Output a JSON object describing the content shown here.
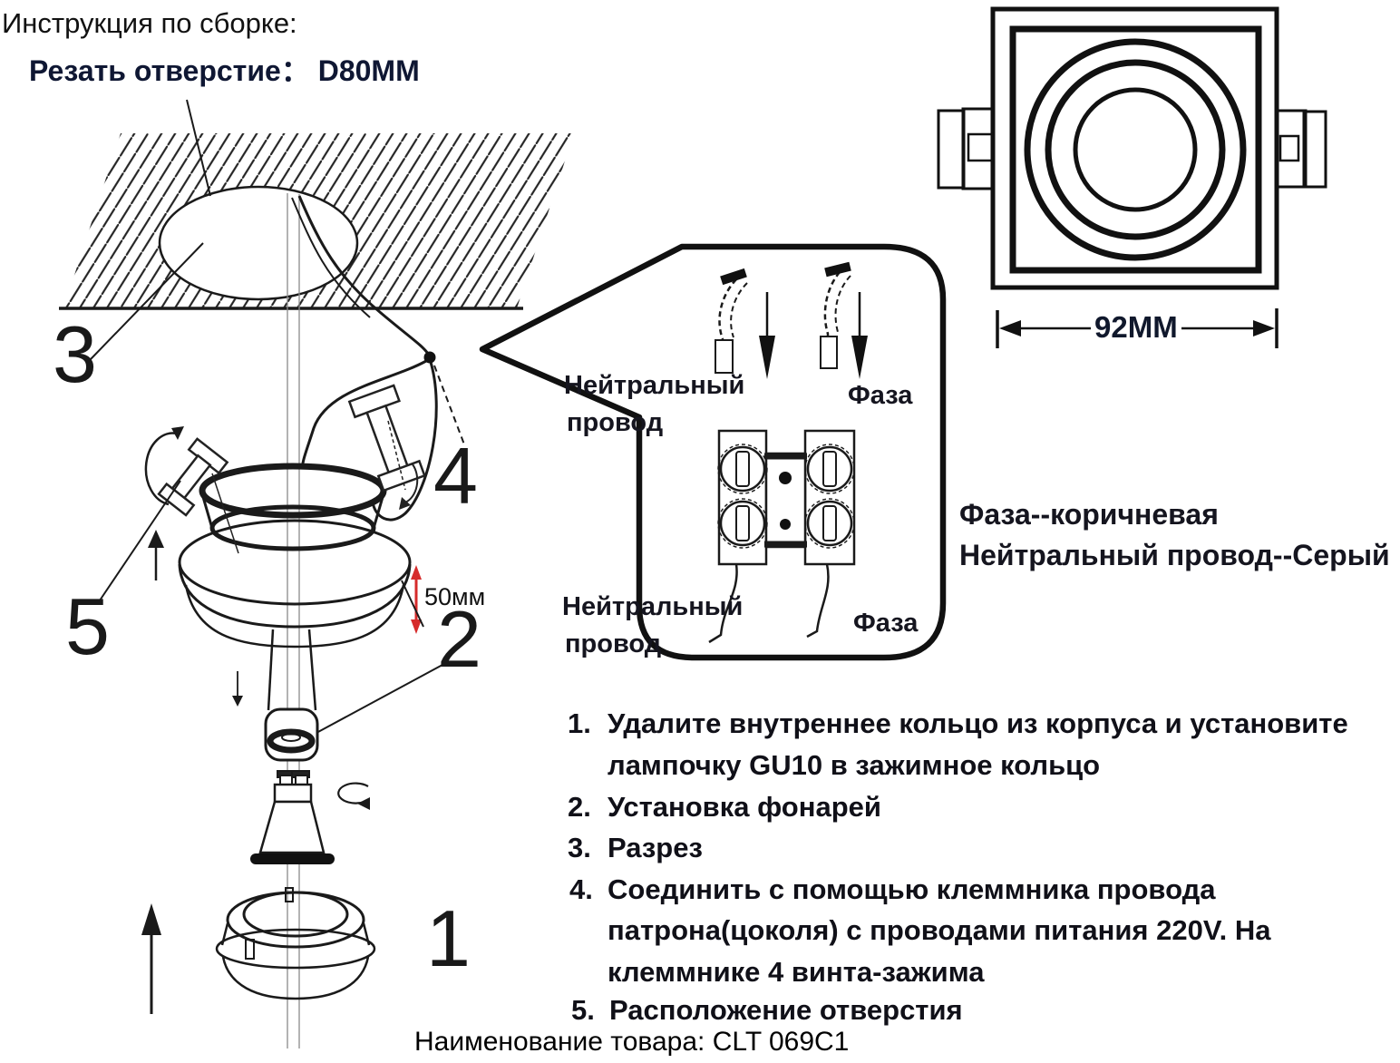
{
  "title": "Инструкция по сборке:",
  "cut_hole_label": "Резать отверстие： D80MM",
  "dimensions": {
    "hole_width": "92MM",
    "depth": "50мм"
  },
  "part_numbers": {
    "p1": "1",
    "p2": "2",
    "p3": "3",
    "p4": "4",
    "p5": "5"
  },
  "callout": {
    "neutral_top": [
      "Нейтральный",
      "провод"
    ],
    "phase_top": "Фаза",
    "neutral_bottom": [
      "Нейтральный",
      "провод"
    ],
    "phase_bottom": "Фаза"
  },
  "wiring_note": {
    "line1": "Фаза--коричневая",
    "line2": "Нейтральный провод--Серый"
  },
  "instructions": [
    {
      "num": "1.",
      "lines": [
        "Удалите внутреннее кольцо из корпуса и установите",
        "лампочку GU10 в зажимное кольцо"
      ]
    },
    {
      "num": "2.",
      "lines": [
        "Установка фонарей"
      ]
    },
    {
      "num": "3.",
      "lines": [
        "Разрез"
      ]
    },
    {
      "num": "4.",
      "lines": [
        "Соединить с помощью клеммника провода",
        "патрона(цоколя) с проводами питания 220V. На",
        "клеммнике 4 винта-зажима"
      ]
    },
    {
      "num": "5.",
      "lines": [
        "Расположение отверстия"
      ]
    }
  ],
  "product_name": "Наименование товара: CLT 069C1",
  "colors": {
    "line": "#1a1a1a",
    "accent_red": "#d62b2b"
  }
}
